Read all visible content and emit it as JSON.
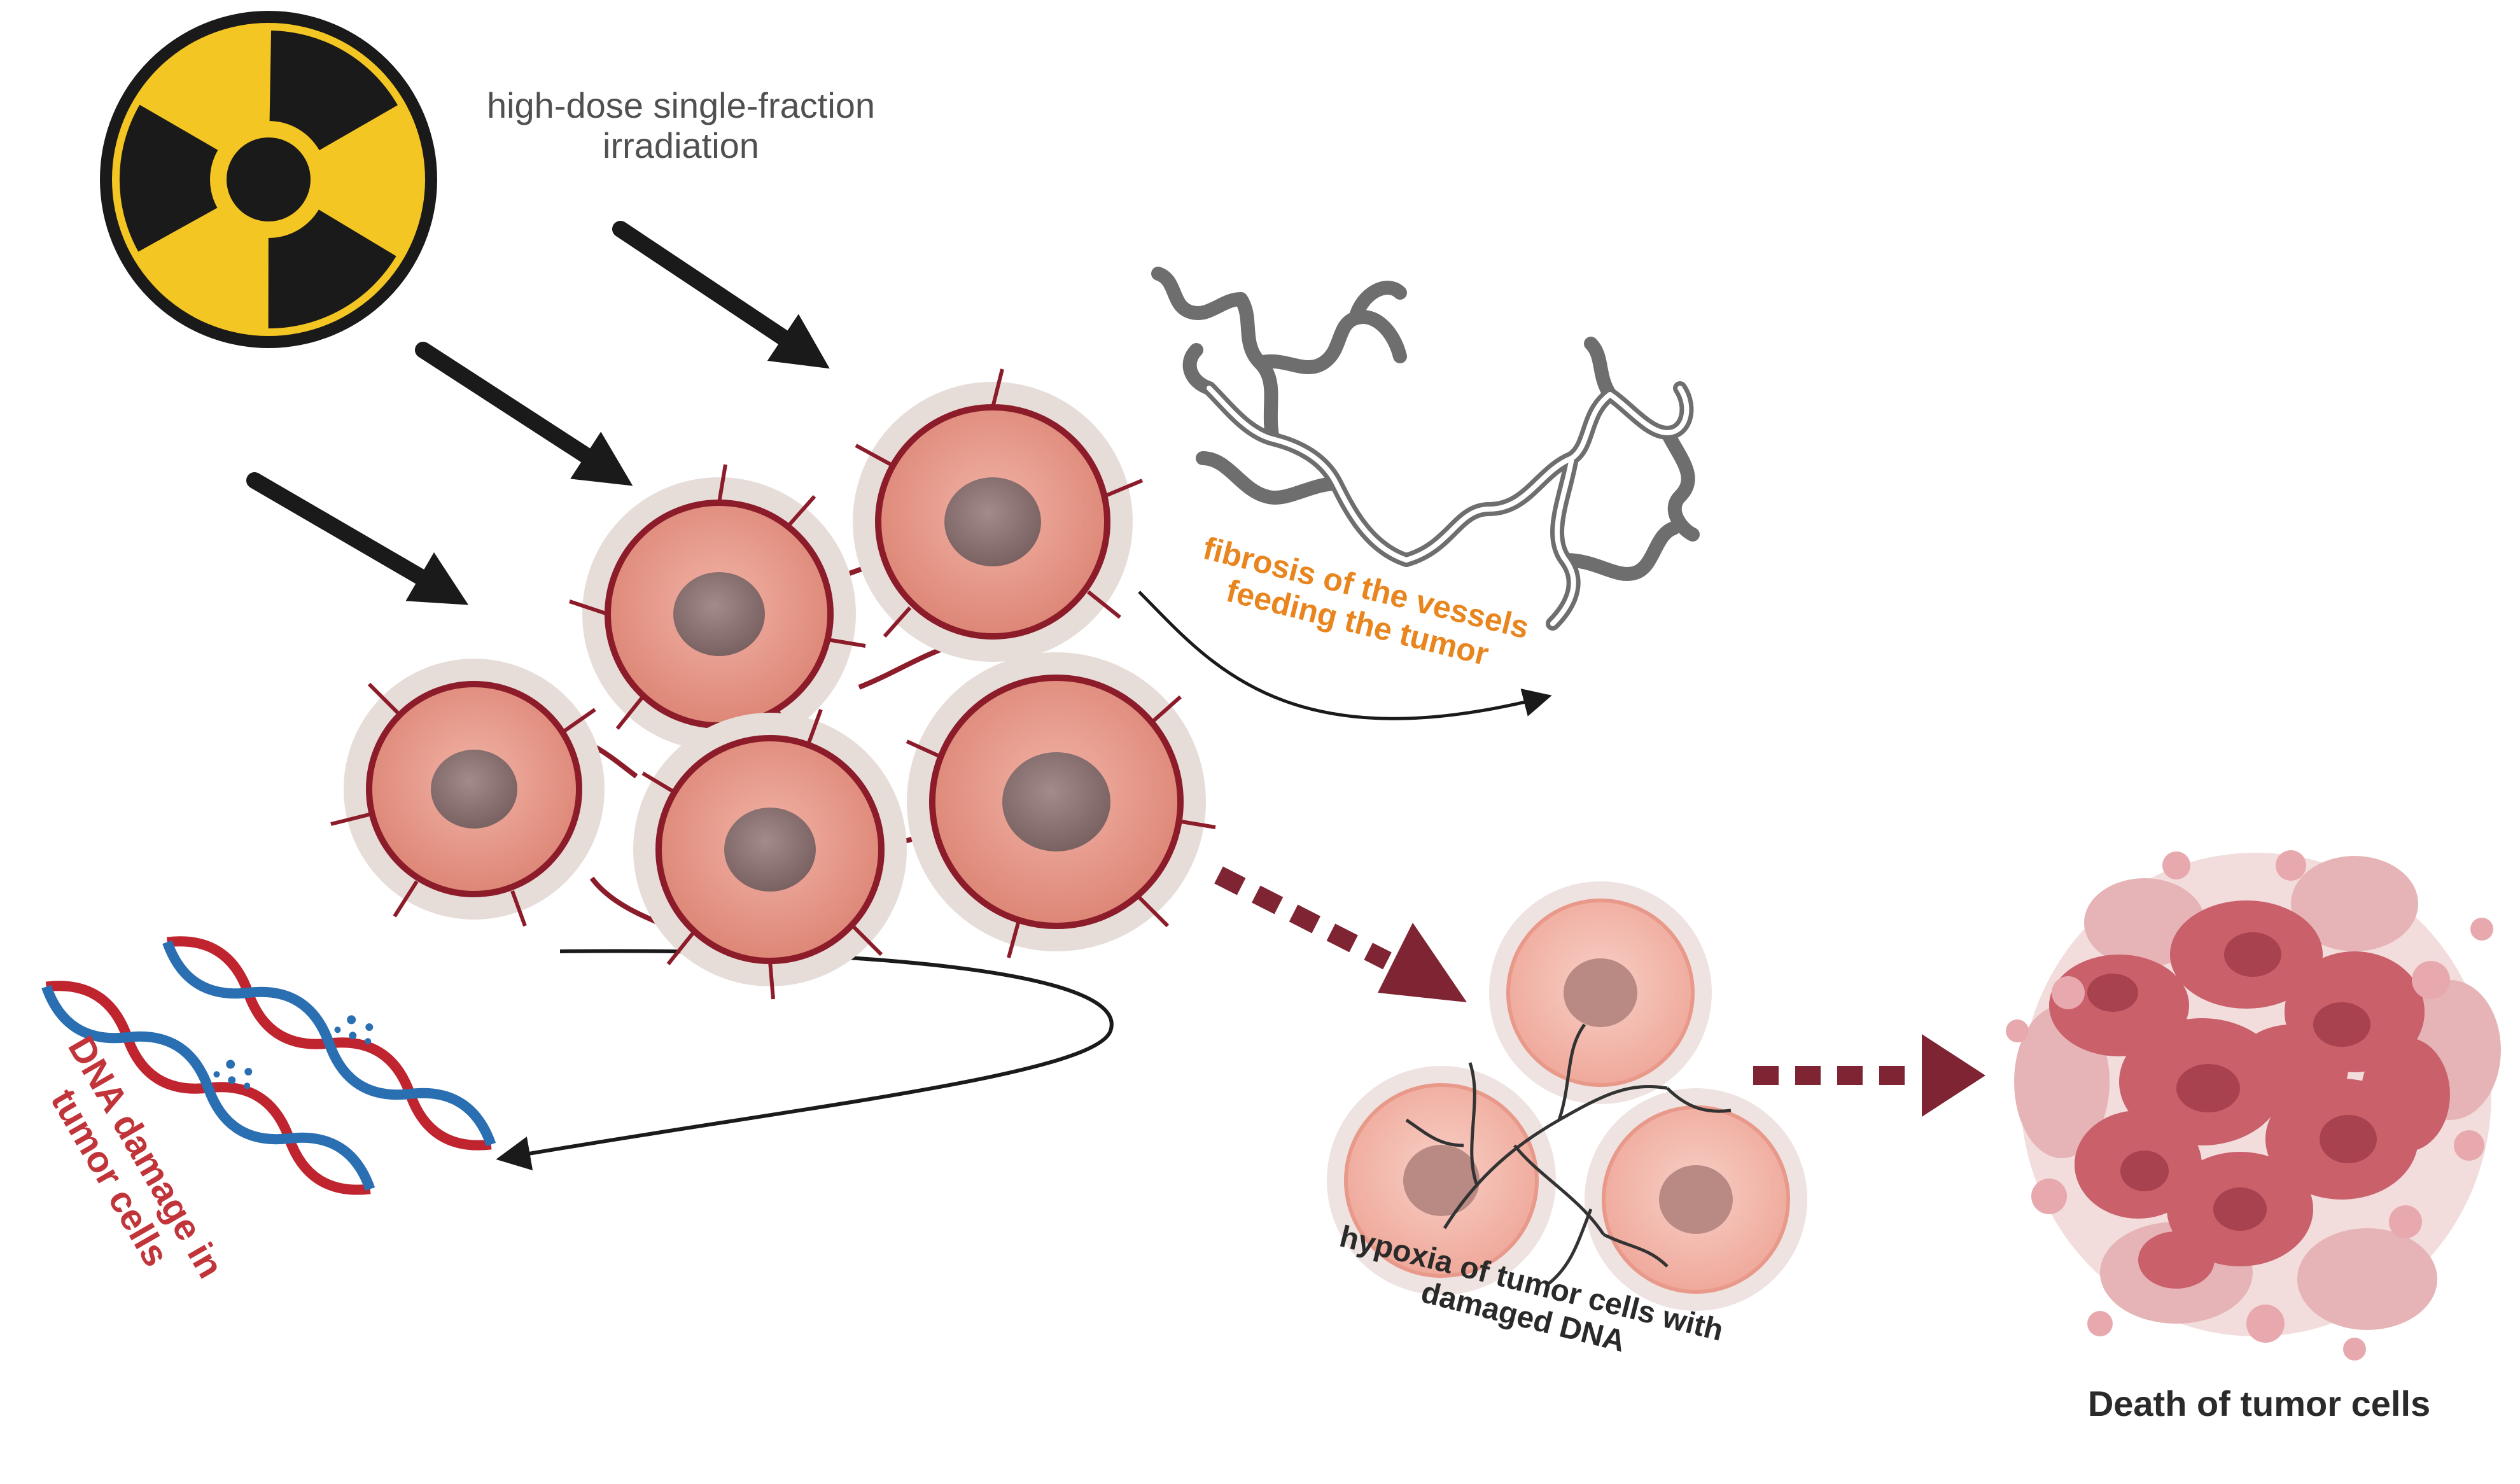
{
  "labels": {
    "irradiation": "high-dose single-fraction irradiation",
    "fibrosis": "fibrosis of the vessels feeding the tumor",
    "dna_damage": "DNA damage in tumor cells",
    "hypoxia": "hypoxia of tumor cells with damaged DNA",
    "death": "Death of tumor cells"
  },
  "icons": {
    "radiation": "radiation-trefoil-icon",
    "tumor_cell": "tumor-cell",
    "dna": "dna-helix",
    "vessel": "fibrotic-vessel",
    "dead_cells": "dead-cell-debris"
  },
  "colors": {
    "radiation_yellow": "#f4c623",
    "radiation_black": "#1a1a1a",
    "cell_fill": "#e8998a",
    "cell_border": "#8c1c2a",
    "nucleus": "#8e7474",
    "dna_red": "#c0242e",
    "dna_blue": "#2a6fb2",
    "fibrosis_text": "#e8851e",
    "dna_text": "#c0343a",
    "flow_arrow": "#7e2432",
    "vessel_gray": "#6e6e6e",
    "dead_cell": "#c9606a"
  }
}
